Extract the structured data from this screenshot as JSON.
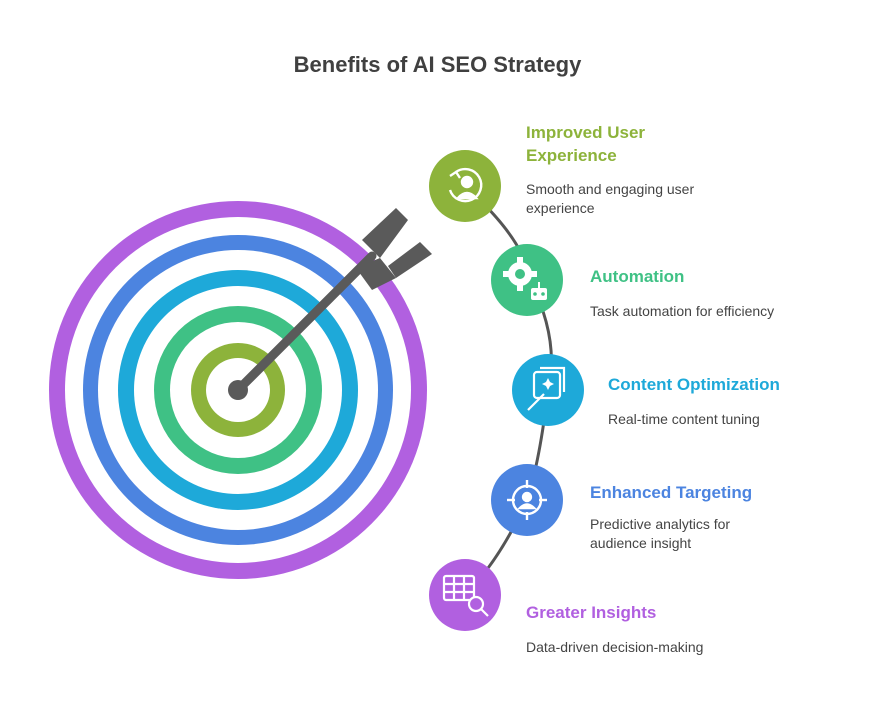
{
  "title": "Benefits of AI SEO Strategy",
  "benefits": [
    {
      "label": "Improved User Experience",
      "description": "Smooth and engaging user experience",
      "color": "#8db33b",
      "icon": "user-refresh-icon"
    },
    {
      "label": "Automation",
      "description": "Task automation for efficiency",
      "color": "#3fc185",
      "icon": "gear-robot-icon"
    },
    {
      "label": "Content Optimization",
      "description": "Real-time content tuning",
      "color": "#1ea9d9",
      "icon": "magic-wand-icon"
    },
    {
      "label": "Enhanced Targeting",
      "description": "Predictive analytics for audience insight",
      "color": "#4c84e0",
      "icon": "target-user-icon"
    },
    {
      "label": "Greater Insights",
      "description": "Data-driven decision-making",
      "color": "#b160e0",
      "icon": "table-search-icon"
    }
  ],
  "target_colors": [
    "#b160e0",
    "#4c84e0",
    "#1ea9d9",
    "#3fc185",
    "#8db33b"
  ],
  "arrow_color": "#5a5a5a"
}
